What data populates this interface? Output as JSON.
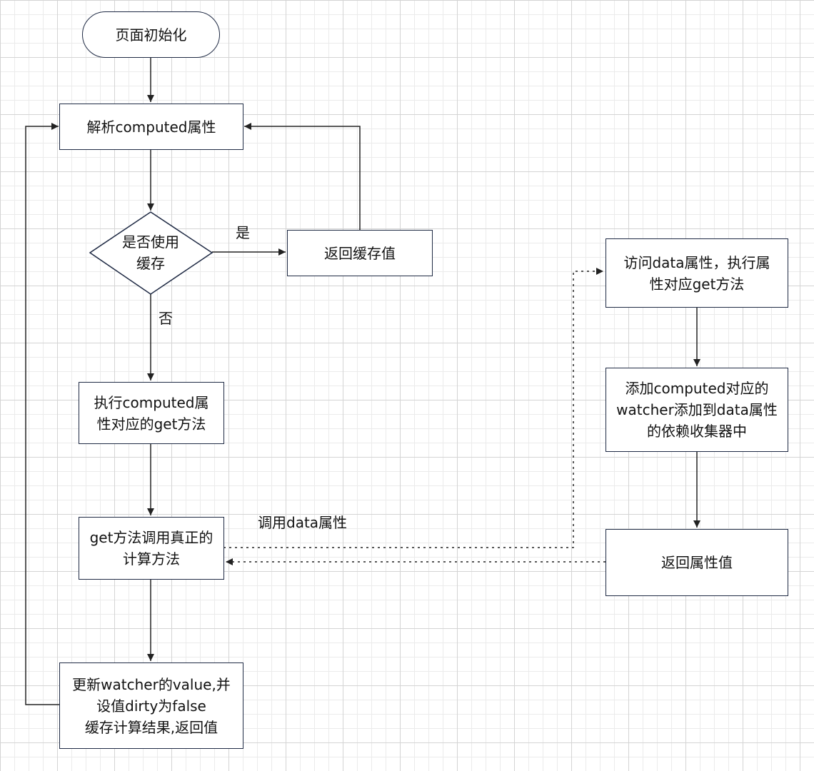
{
  "nodes": {
    "init": "页面初始化",
    "parse": "解析computed属性",
    "cache_check": "是否使用\n缓存",
    "return_cache": "返回缓存值",
    "exec_get": "执行computed属\n性对应的get方法",
    "call_compute": "get方法调用真正的\n计算方法",
    "update": "更新watcher的value,并\n设值dirty为false\n缓存计算结果,返回值",
    "access_data": "访问data属性，执行属\n性对应get方法",
    "add_watcher": "添加computed对应的\nwatcher添加到data属性\n的依赖收集器中",
    "return_prop": "返回属性值"
  },
  "labels": {
    "yes": "是",
    "no": "否",
    "call_data": "调用data属性"
  },
  "colors": {
    "stroke": "#1f2a44",
    "arrow": "#222222"
  }
}
